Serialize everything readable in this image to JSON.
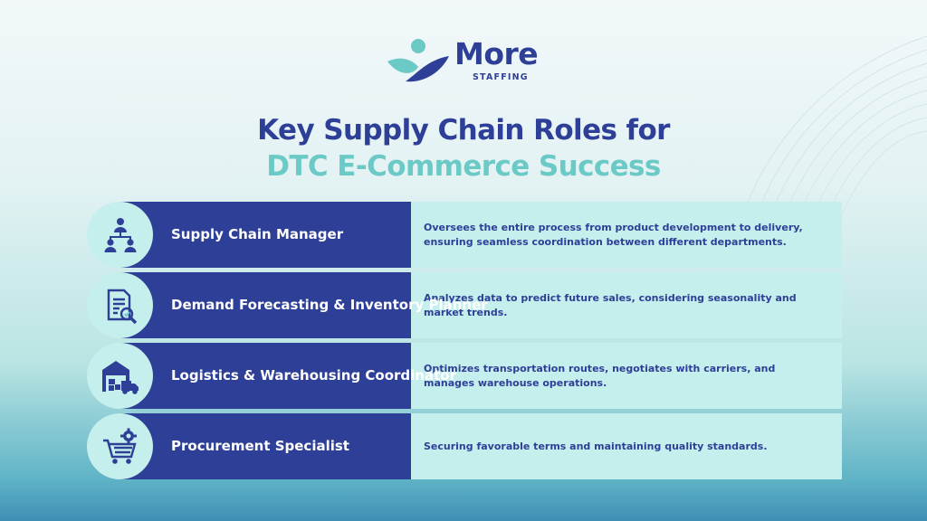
{
  "logo": {
    "word": "More",
    "sub": "STAFFING"
  },
  "title": {
    "line1": "Key Supply Chain Roles for",
    "line2": "DTC E-Commerce Success"
  },
  "colors": {
    "navy": "#2e3f97",
    "teal": "#6ccac6",
    "panel": "#c5efec"
  },
  "roles": [
    {
      "icon": "org-chart-icon",
      "title": "Supply Chain Manager",
      "description": "Oversees the entire process from product development to delivery, ensuring seamless coordination between different departments."
    },
    {
      "icon": "document-magnifier-icon",
      "title": "Demand Forecasting & Inventory Planner",
      "description": "Analyzes data to predict future sales, considering seasonality and market trends."
    },
    {
      "icon": "warehouse-truck-icon",
      "title": "Logistics & Warehousing Coordinator",
      "description": "Optimizes transportation routes, negotiates with carriers, and manages warehouse operations."
    },
    {
      "icon": "cart-gear-icon",
      "title": "Procurement Specialist",
      "description": "Securing favorable terms and maintaining quality standards."
    }
  ]
}
